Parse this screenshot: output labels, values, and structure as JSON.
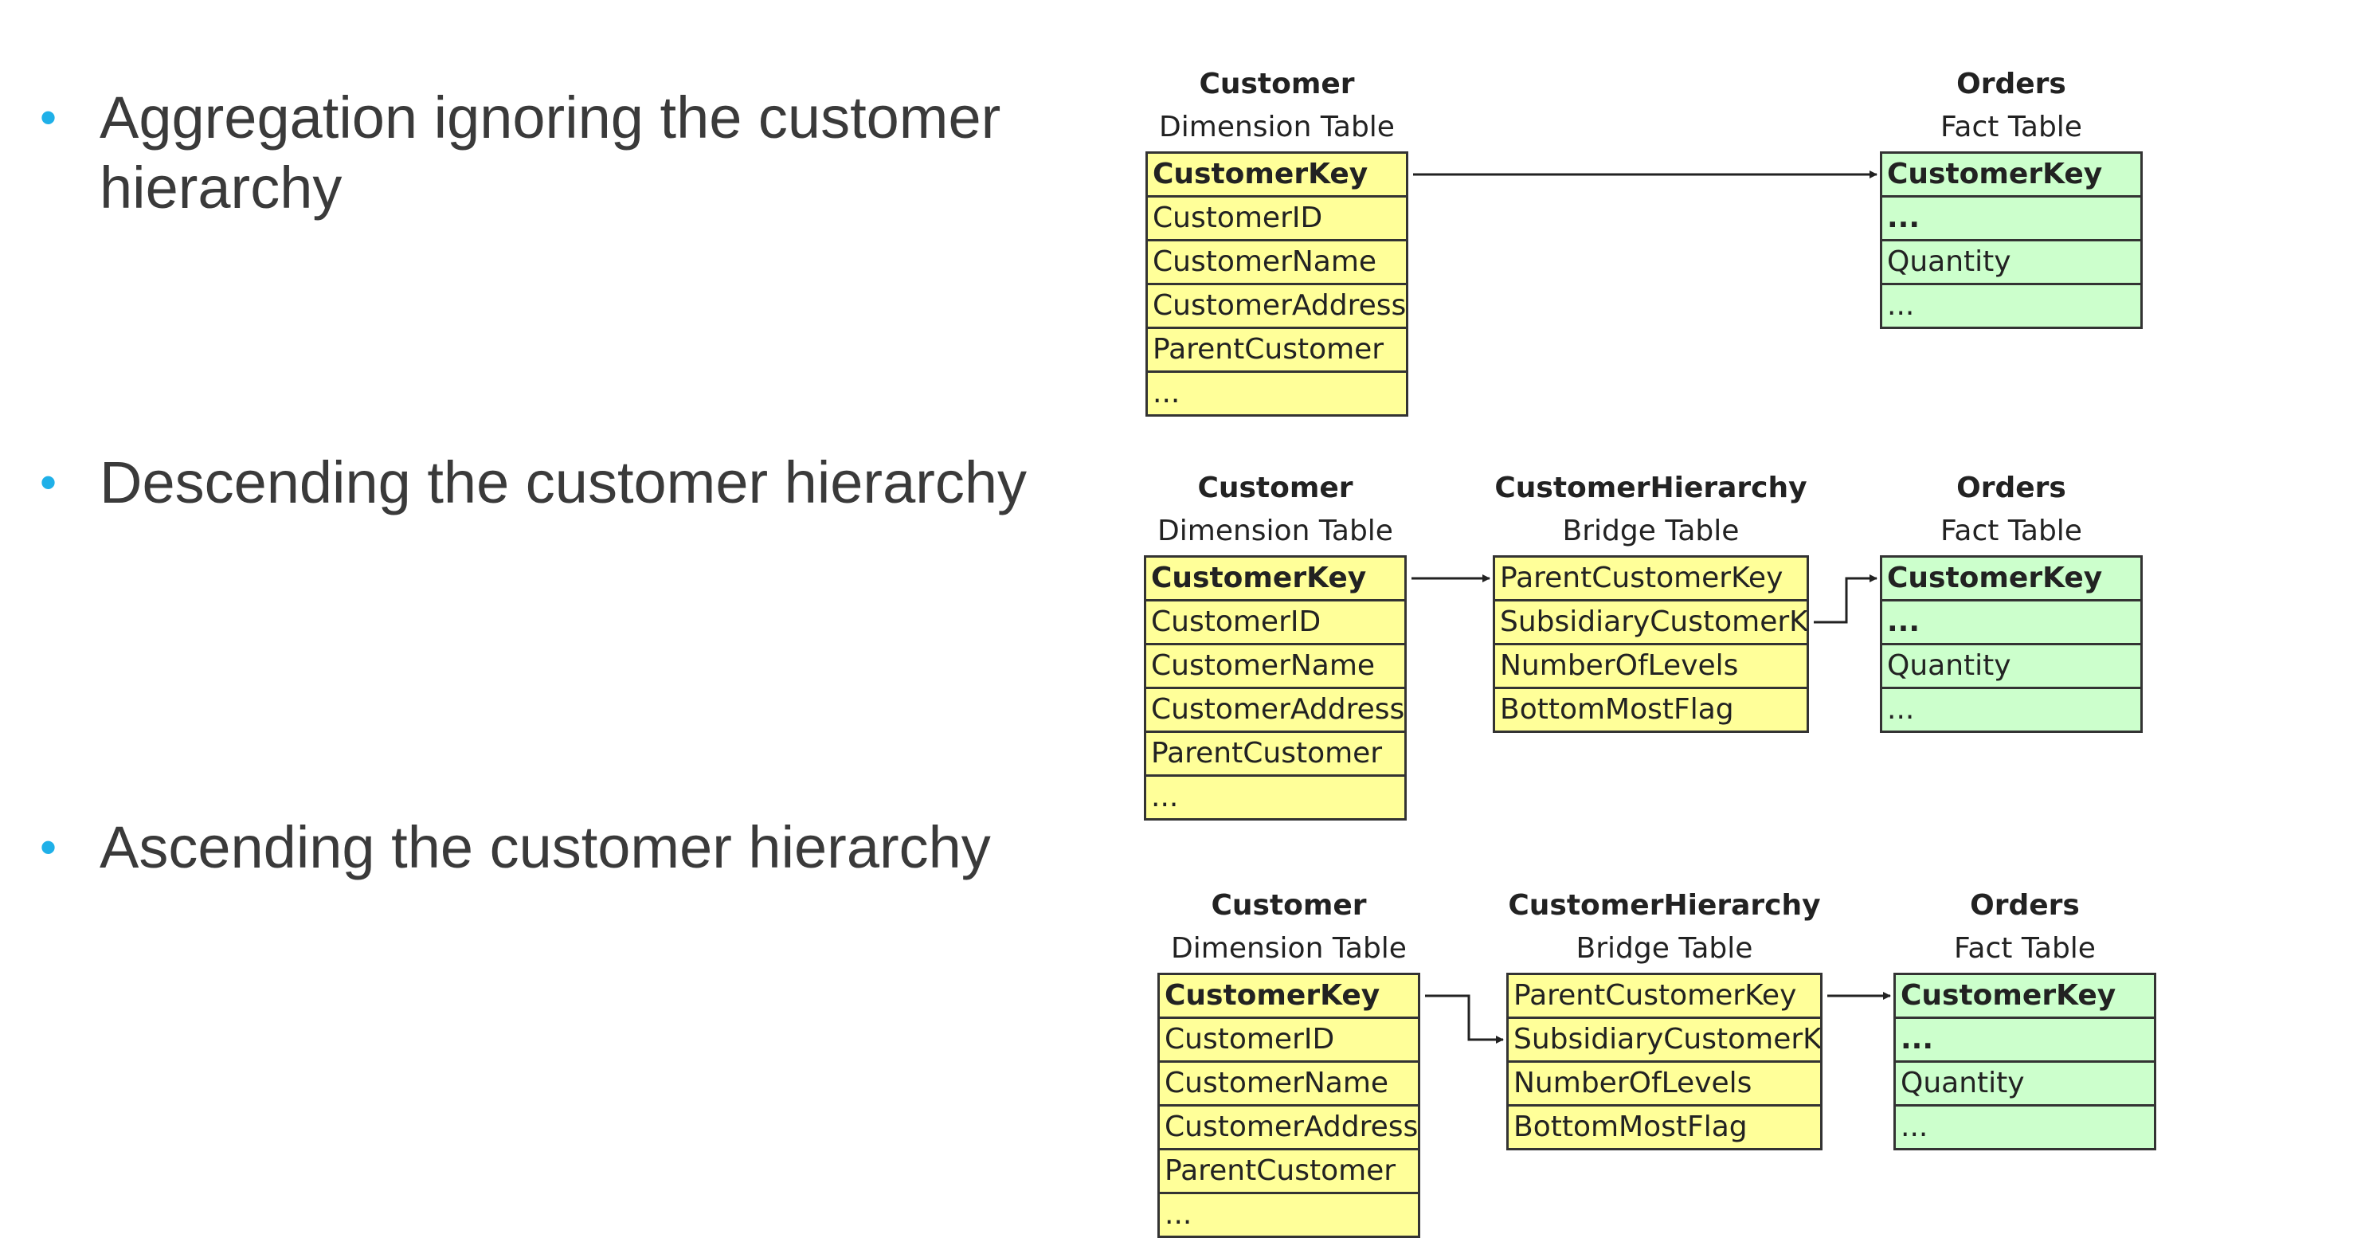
{
  "bullets": [
    {
      "text": "Aggregation ignoring the customer hierarchy"
    },
    {
      "text": "Descending the customer hierarchy"
    },
    {
      "text": "Ascending the customer hierarchy"
    }
  ],
  "diagrams": [
    {
      "customer": {
        "name": "Customer",
        "type": "Dimension Table",
        "rows": [
          "CustomerKey",
          "CustomerID",
          "CustomerName",
          "CustomerAddress",
          "ParentCustomer",
          "..."
        ]
      },
      "orders": {
        "name": "Orders",
        "type": "Fact Table",
        "rows": [
          "CustomerKey",
          "...",
          "Quantity",
          "..."
        ]
      }
    },
    {
      "customer": {
        "name": "Customer",
        "type": "Dimension Table",
        "rows": [
          "CustomerKey",
          "CustomerID",
          "CustomerName",
          "CustomerAddress",
          "ParentCustomer",
          "..."
        ]
      },
      "bridge": {
        "name": "CustomerHierarchy",
        "type": "Bridge Table",
        "rows": [
          "ParentCustomerKey",
          "SubsidiaryCustomerKey",
          "NumberOfLevels",
          "BottomMostFlag"
        ]
      },
      "orders": {
        "name": "Orders",
        "type": "Fact Table",
        "rows": [
          "CustomerKey",
          "...",
          "Quantity",
          "..."
        ]
      }
    },
    {
      "customer": {
        "name": "Customer",
        "type": "Dimension Table",
        "rows": [
          "CustomerKey",
          "CustomerID",
          "CustomerName",
          "CustomerAddress",
          "ParentCustomer",
          "..."
        ]
      },
      "bridge": {
        "name": "CustomerHierarchy",
        "type": "Bridge Table",
        "rows": [
          "ParentCustomerKey",
          "SubsidiaryCustomerKey",
          "NumberOfLevels",
          "BottomMostFlag"
        ]
      },
      "orders": {
        "name": "Orders",
        "type": "Fact Table",
        "rows": [
          "CustomerKey",
          "...",
          "Quantity",
          "..."
        ]
      }
    }
  ],
  "colors": {
    "bullet": "#1fb0e8",
    "dimension_fill": "#ffff99",
    "fact_fill": "#ccffcc",
    "text": "#3a3a3a"
  }
}
